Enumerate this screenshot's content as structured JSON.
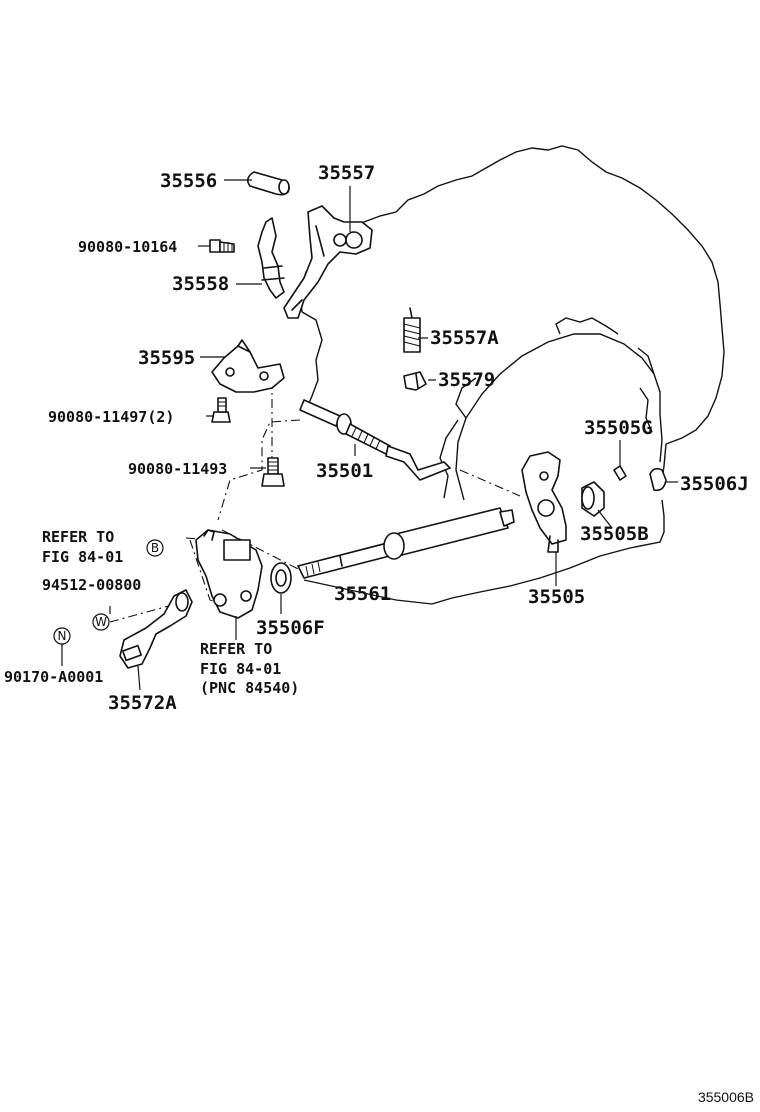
{
  "diagram": {
    "part_numbers": {
      "p35556": "35556",
      "p35557": "35557",
      "p90080_10164": "90080-10164",
      "p35558": "35558",
      "p35557A": "35557A",
      "p35595": "35595",
      "p35579": "35579",
      "p90080_11497": "90080-11497(2)",
      "p35505G": "35505G",
      "p90080_11493": "90080-11493",
      "p35501": "35501",
      "p35506J": "35506J",
      "p35505B": "35505B",
      "p94512_00800": "94512-00800",
      "p35561": "35561",
      "p35505": "35505",
      "p35506F": "35506F",
      "p90170_A0001": "90170-A0001",
      "p35572A": "35572A"
    },
    "refer_b": {
      "line1": "REFER TO",
      "line2": "FIG 84-01"
    },
    "refer_lower": {
      "line1": "REFER TO",
      "line2": "FIG 84-01",
      "line3": "(PNC 84540)"
    },
    "circle_markers": {
      "b": "B",
      "w": "W",
      "n": "N"
    },
    "figure_id": "355006B"
  }
}
